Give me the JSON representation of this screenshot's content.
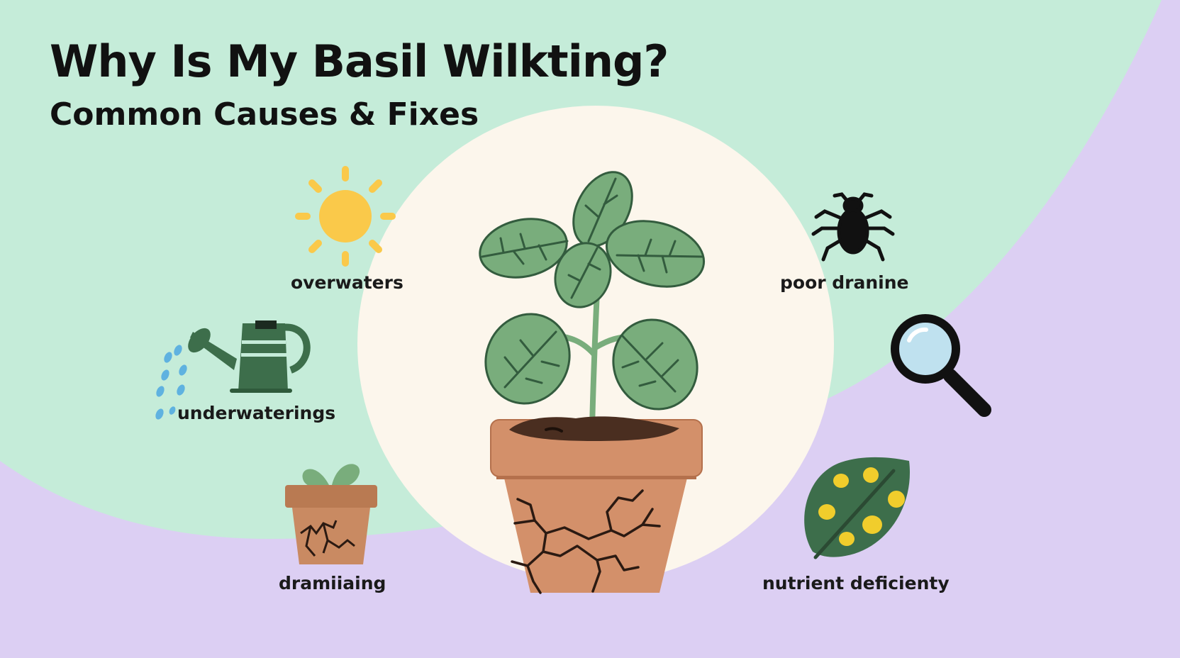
{
  "header": {
    "title": "Why Is My Basil Wilkting?",
    "subtitle": "Common Causes & Fixes"
  },
  "labels": {
    "overwaters": "overwaters",
    "poor_drainage": "poor dranine",
    "underwatering": "underwaterings",
    "draining": "dramiiaing",
    "nutrient": "nutrient deficienty"
  },
  "icons": [
    "sun-icon",
    "bug-icon",
    "watering-can-icon",
    "magnifier-icon",
    "small-pot-icon",
    "spotted-leaf-icon",
    "basil-pot-icon"
  ],
  "colors": {
    "mint": "#c5ecd9",
    "lavender": "#dccff3",
    "cream": "#fcf6ec",
    "leaf": "#79ad7c",
    "leaf_vein": "#335c3e",
    "pot": "#d3906a",
    "can": "#3d6e4b",
    "sun": "#fac94a",
    "spot": "#f1cd2c"
  }
}
